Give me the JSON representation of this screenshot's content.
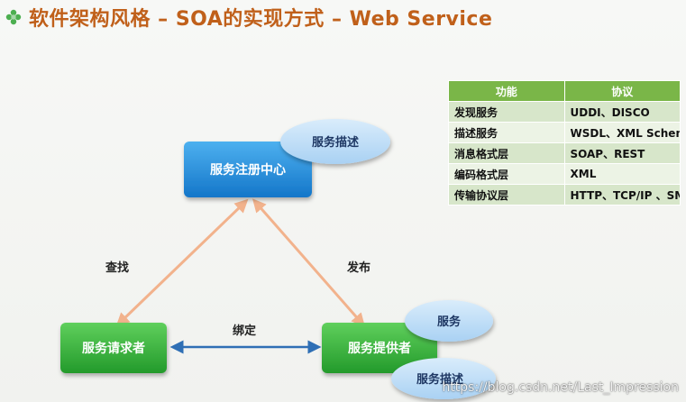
{
  "title": "软件架构风格 – SOA的实现方式 – Web Service",
  "nodes": {
    "registry": "服务注册中心",
    "requester": "服务请求者",
    "provider": "服务提供者"
  },
  "bubbles": {
    "registry_desc": "服务描述",
    "service": "服务",
    "provider_desc": "服务描述"
  },
  "edges": {
    "find": "查找",
    "publish": "发布",
    "bind": "绑定"
  },
  "table": {
    "headers": [
      "功能",
      "协议"
    ],
    "rows": [
      [
        "发现服务",
        "UDDI、DISCO"
      ],
      [
        "描述服务",
        "WSDL、XML Schema"
      ],
      [
        "消息格式层",
        "SOAP、REST"
      ],
      [
        "编码格式层",
        "XML"
      ],
      [
        "传输协议层",
        "HTTP、TCP/IP 、SMTP等"
      ]
    ]
  },
  "watermark": "https://blog.csdn.net/Last_Impression",
  "colors": {
    "title": "#c0601a",
    "registry_node": "#1e88d8",
    "green_node": "#35b03a",
    "bubble": "#bcdcf6",
    "find_publish_arrow": "#f2b28c",
    "bind_arrow": "#2f6fb5",
    "table_header": "#7ab648"
  }
}
